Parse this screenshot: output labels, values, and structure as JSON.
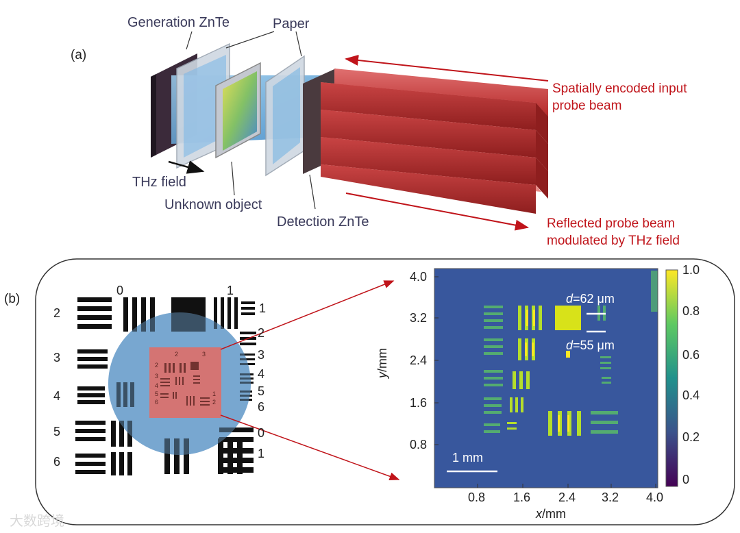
{
  "panel_a": {
    "tag": "(a)",
    "labels": {
      "generation": "Generation ZnTe",
      "paper": "Paper",
      "thz_field": "THz field",
      "unknown_object": "Unknown object",
      "detection": "Detection ZnTe",
      "input_line1": "Spatially encoded input",
      "input_line2": "probe beam",
      "reflected_line1": "Reflected probe beam",
      "reflected_line2": "modulated by THz field"
    },
    "colors": {
      "probe_beam": "#c23a38",
      "arrow": "#c0141a",
      "thz": "#4aa0d8"
    }
  },
  "panel_b": {
    "tag": "(b)",
    "target": {
      "group_top_labels": [
        "0",
        "1"
      ],
      "left_numbers": [
        "2",
        "3",
        "4",
        "5",
        "6"
      ],
      "right_numbers_top": [
        "1",
        "2",
        "3",
        "4",
        "5",
        "6"
      ],
      "right_numbers_bottom": [
        "0",
        "1"
      ],
      "inner_numbers": [
        "2",
        "3",
        "2",
        "3",
        "4",
        "5",
        "6",
        "1",
        "2"
      ]
    },
    "image": {
      "xlabel_var": "x",
      "xlabel_unit": "/mm",
      "ylabel_var": "y",
      "ylabel_unit": "/mm",
      "xticks": [
        "0.8",
        "1.6",
        "2.4",
        "3.2",
        "4.0"
      ],
      "yticks": [
        "4.0",
        "3.2",
        "2.4",
        "1.6",
        "0.8"
      ],
      "colorbar_ticks": [
        "1.0",
        "0.8",
        "0.6",
        "0.4",
        "0.2",
        "0"
      ],
      "annotation_1": "d=62 μm",
      "annotation_1_var": "d",
      "annotation_1_rest": "=62 μm",
      "annotation_2_var": "d",
      "annotation_2_rest": "=55 μm",
      "scalebar": "1 mm"
    }
  },
  "watermark": "大数跨境"
}
